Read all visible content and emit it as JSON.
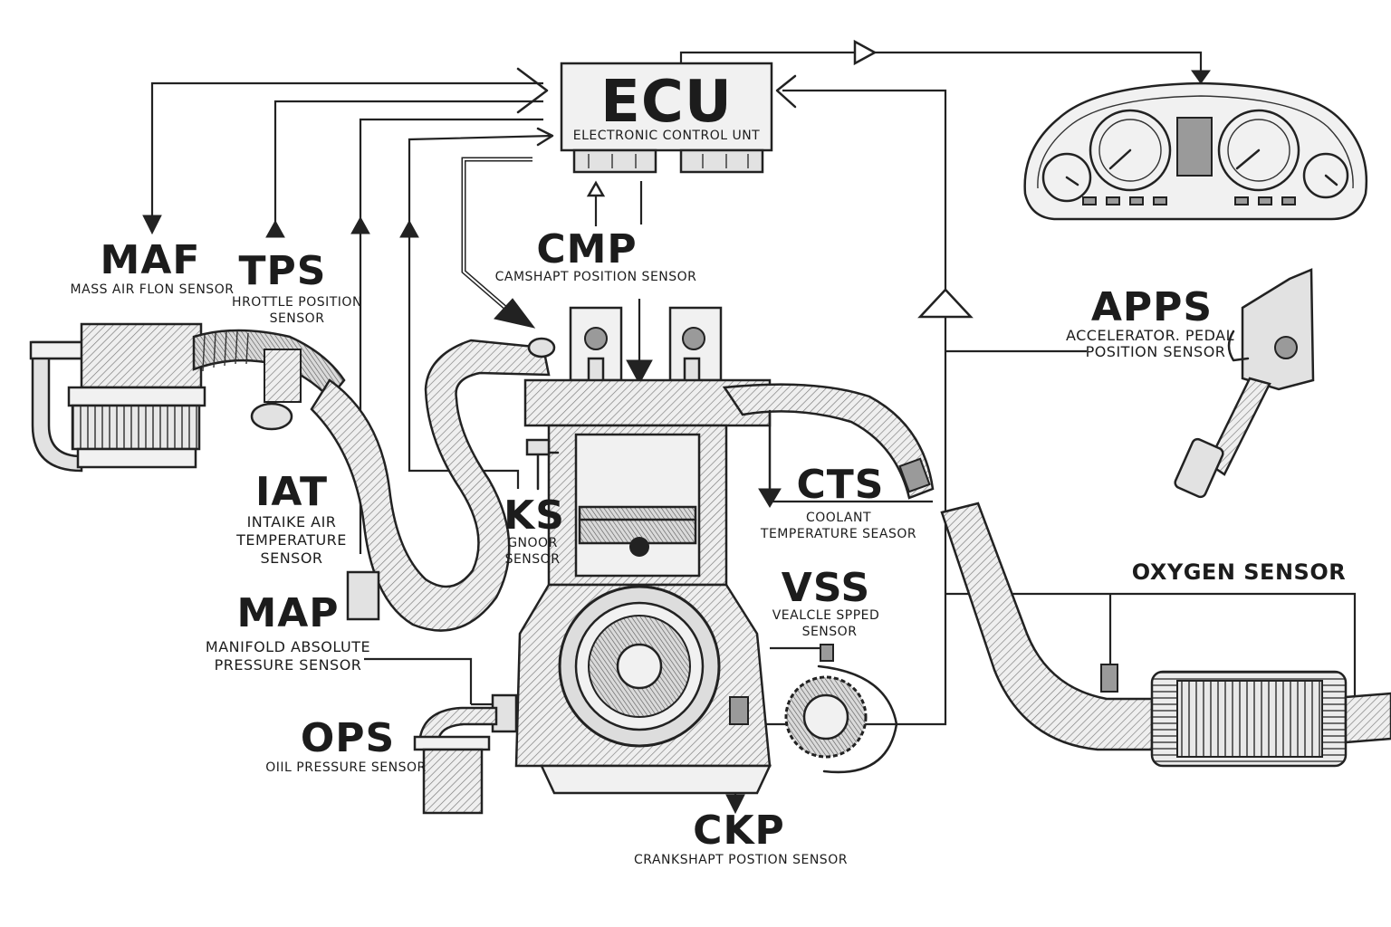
{
  "ecu": {
    "abbr": "ECU",
    "desc": "ELECTRONIC CONTROL UNT"
  },
  "sensors": {
    "maf": {
      "abbr": "MAF",
      "desc": [
        "MASS AIR FLON SENSOR"
      ]
    },
    "tps": {
      "abbr": "TPS",
      "desc": [
        "HROTTLE POSITION",
        "SENSOR"
      ]
    },
    "cmp": {
      "abbr": "CMP",
      "desc": [
        "CAMSHAPT POSITION SENSOR"
      ]
    },
    "iat": {
      "abbr": "IAT",
      "desc": [
        "INTAIKE AIR",
        "TEMPERATURE",
        "SENSOR"
      ]
    },
    "ks": {
      "abbr": "KS",
      "desc": [
        "GNOOR",
        "SENSOR"
      ]
    },
    "map": {
      "abbr": "MAP",
      "desc": [
        "MANIFOLD ABSOLUTE",
        "PRESSURE SENSOR"
      ]
    },
    "ops": {
      "abbr": "OPS",
      "desc": [
        "OIIL PRESSURE SENSOR"
      ]
    },
    "cts": {
      "abbr": "CTS",
      "desc": [
        "COOLANT",
        "TEMPERATURE SEASOR"
      ]
    },
    "vss": {
      "abbr": "VSS",
      "desc": [
        "VEALCLE SPPED",
        "SENSOR"
      ]
    },
    "ckp": {
      "abbr": "CKP",
      "desc": [
        "CRANKSHAPT POSTION SENSOR"
      ]
    },
    "apps": {
      "abbr": "APPS",
      "desc": [
        "ACCELERATOR. PEDAL",
        "POSITION SENSOR"
      ]
    },
    "o2": {
      "abbr": "OXYGEN SENSOR"
    }
  },
  "colors": {
    "ink": "#222222",
    "paper": "#ffffff",
    "shade": "#e2e2e2"
  }
}
